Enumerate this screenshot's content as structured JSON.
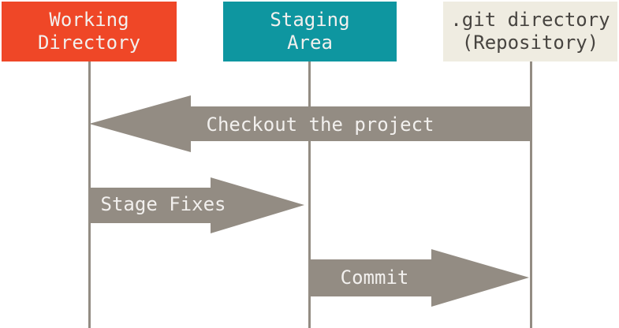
{
  "canvas": {
    "background": "#FFFFFF"
  },
  "colors": {
    "working_directory_box": "#EF4727",
    "staging_area_box": "#0E96A0",
    "git_directory_box": "#EFECE1",
    "arrow": "#938C83",
    "lifeline": "#938C83",
    "light_text": "#F2F0EE",
    "dark_text": "#474440"
  },
  "columns": [
    {
      "id": "working-directory",
      "title_line1": "Working",
      "title_line2": "Directory"
    },
    {
      "id": "staging-area",
      "title_line1": "Staging",
      "title_line2": "Area"
    },
    {
      "id": "git-directory",
      "title_line1": ".git directory",
      "title_line2": "(Repository)"
    }
  ],
  "arrows": [
    {
      "id": "checkout",
      "label": "Checkout the project",
      "direction": "left",
      "from": "git-directory",
      "to": "working-directory"
    },
    {
      "id": "stage-fixes",
      "label": "Stage Fixes",
      "direction": "right",
      "from": "working-directory",
      "to": "staging-area"
    },
    {
      "id": "commit",
      "label": "Commit",
      "direction": "right",
      "from": "staging-area",
      "to": "git-directory"
    }
  ]
}
